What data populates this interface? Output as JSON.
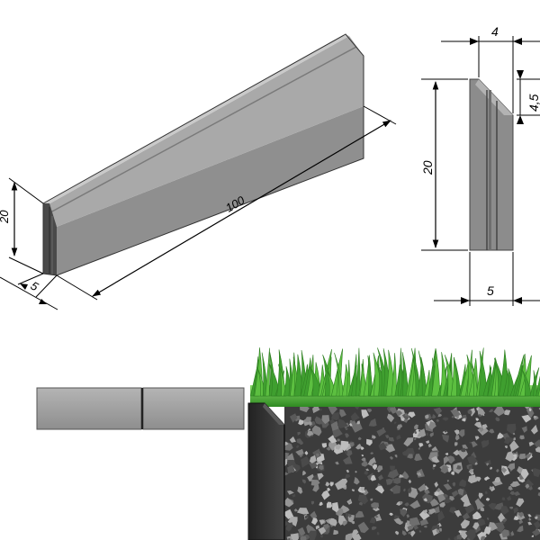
{
  "isometric_view": {
    "length_label": "100",
    "height_label": "20",
    "width_label": "5"
  },
  "section_view": {
    "top_width_label": "4",
    "chamfer_label": "4,5",
    "height_label": "20",
    "bottom_width_label": "5"
  },
  "colors": {
    "curb_front": "#8f8f8f",
    "curb_top": "#b9b9b9",
    "curb_end": "#4a4a4a",
    "paver": "#9d9d9d",
    "curb_section": "#2f2f2f",
    "grass": "#3f9f2f",
    "grass_light": "#7fd060",
    "gravel_base": "#3c3c3c",
    "gravel_light": "#9a9a9a",
    "dimension_line": "#000000"
  }
}
